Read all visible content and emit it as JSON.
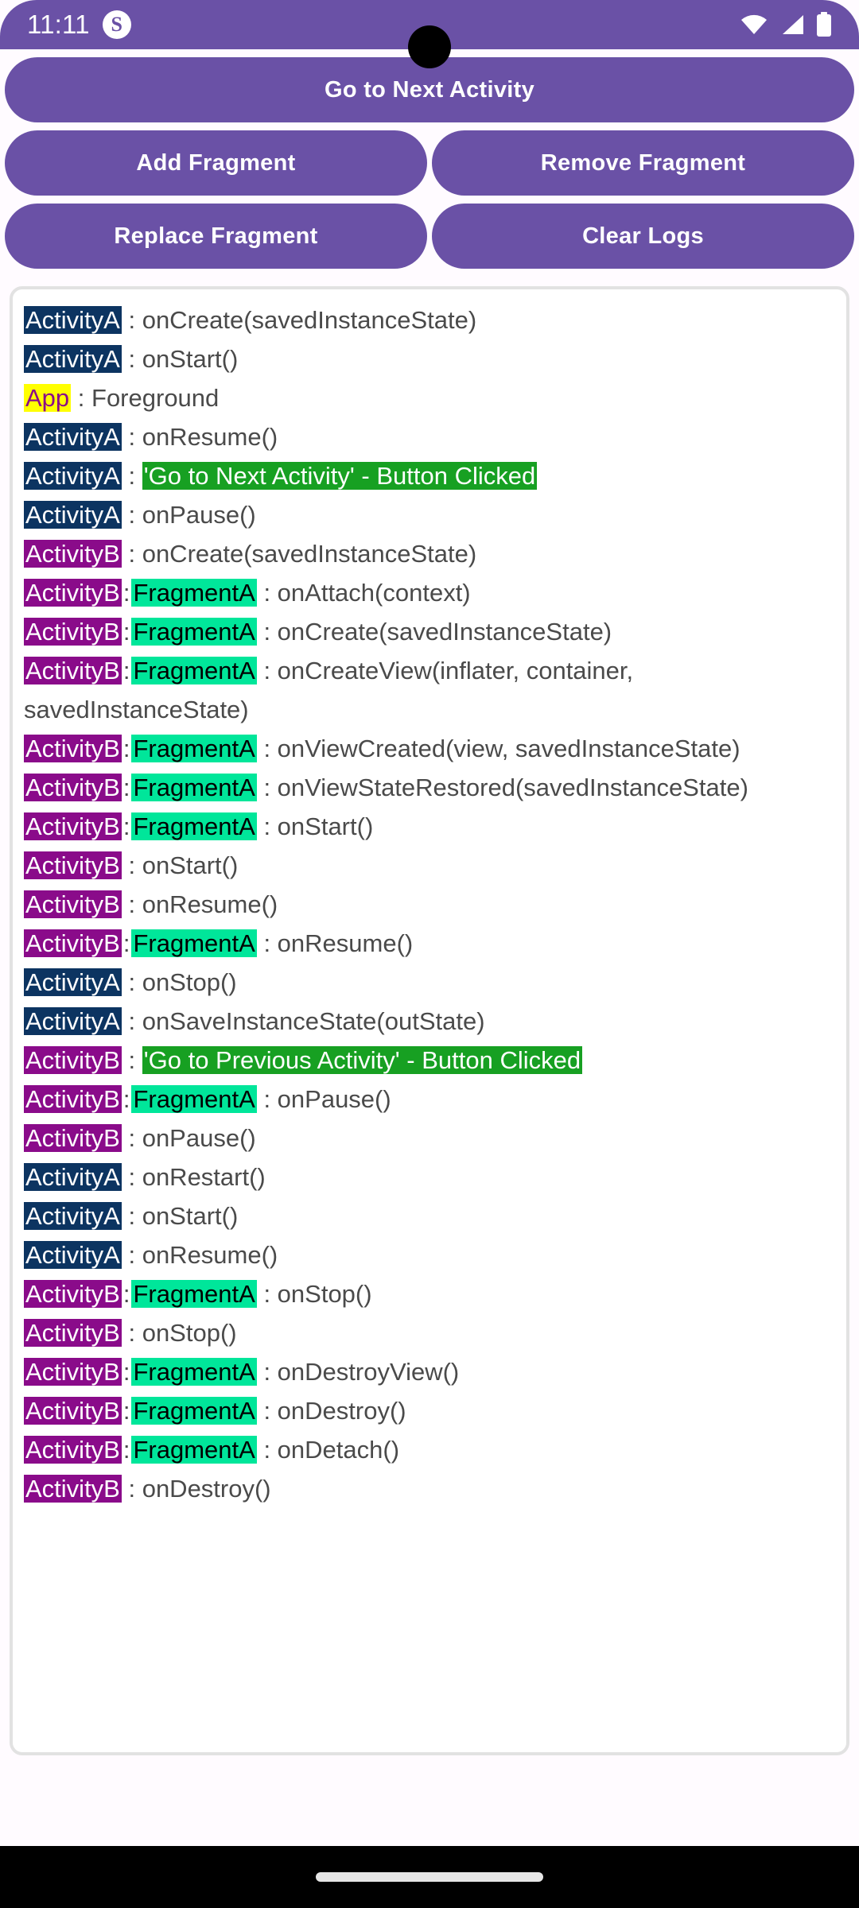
{
  "status_bar": {
    "clock": "11:11",
    "app_badge": "S",
    "icons": [
      "wifi-icon",
      "cellular-signal-icon",
      "battery-icon"
    ]
  },
  "colors": {
    "primary_purple": "#6A51A6",
    "activity_a_tag_bg": "#0C3461",
    "activity_b_tag_bg": "#8A0B8A",
    "app_tag_bg": "#FFFF00",
    "app_tag_fg": "#8A0B8A",
    "fragment_tag_bg": "#00E69A",
    "click_highlight_bg": "#17A022",
    "log_text": "#4A4A4A",
    "page_bg": "#FFFBFF",
    "nav_bar_bg": "#000000"
  },
  "buttons": {
    "primary": {
      "label": "Go to Next Activity"
    },
    "grid": [
      {
        "label": "Add Fragment"
      },
      {
        "label": "Remove Fragment"
      },
      {
        "label": "Replace Fragment"
      },
      {
        "label": "Clear Logs"
      }
    ]
  },
  "log": {
    "entries": [
      {
        "tags": [
          {
            "text": "ActivityA",
            "kind": "activity-a"
          }
        ],
        "message": " : onCreate(savedInstanceState)",
        "highlight": false
      },
      {
        "tags": [
          {
            "text": "ActivityA",
            "kind": "activity-a"
          }
        ],
        "message": " : onStart()",
        "highlight": false
      },
      {
        "tags": [
          {
            "text": "App",
            "kind": "app"
          }
        ],
        "message": " : Foreground",
        "highlight": false
      },
      {
        "tags": [
          {
            "text": "ActivityA",
            "kind": "activity-a"
          }
        ],
        "message": " : onResume()",
        "highlight": false
      },
      {
        "tags": [
          {
            "text": "ActivityA",
            "kind": "activity-a"
          }
        ],
        "prefix": " : ",
        "message": "'Go to Next Activity' - Button Clicked",
        "highlight": true
      },
      {
        "tags": [
          {
            "text": "ActivityA",
            "kind": "activity-a"
          }
        ],
        "message": " : onPause()",
        "highlight": false
      },
      {
        "tags": [
          {
            "text": "ActivityB",
            "kind": "activity-b"
          }
        ],
        "message": " : onCreate(savedInstanceState)",
        "highlight": false
      },
      {
        "tags": [
          {
            "text": "ActivityB",
            "kind": "activity-b"
          },
          {
            "text": ":",
            "kind": "plain"
          },
          {
            "text": "FragmentA",
            "kind": "fragment"
          }
        ],
        "message": " : onAttach(context)",
        "highlight": false
      },
      {
        "tags": [
          {
            "text": "ActivityB",
            "kind": "activity-b"
          },
          {
            "text": ":",
            "kind": "plain"
          },
          {
            "text": "FragmentA",
            "kind": "fragment"
          }
        ],
        "message": " : onCreate(savedInstanceState)",
        "highlight": false
      },
      {
        "tags": [
          {
            "text": "ActivityB",
            "kind": "activity-b"
          },
          {
            "text": ":",
            "kind": "plain"
          },
          {
            "text": "FragmentA",
            "kind": "fragment"
          }
        ],
        "message": " : onCreateView(inflater, container, savedInstanceState)",
        "highlight": false
      },
      {
        "tags": [
          {
            "text": "ActivityB",
            "kind": "activity-b"
          },
          {
            "text": ":",
            "kind": "plain"
          },
          {
            "text": "FragmentA",
            "kind": "fragment"
          }
        ],
        "message": " : onViewCreated(view, savedInstanceState)",
        "highlight": false
      },
      {
        "tags": [
          {
            "text": "ActivityB",
            "kind": "activity-b"
          },
          {
            "text": ":",
            "kind": "plain"
          },
          {
            "text": "FragmentA",
            "kind": "fragment"
          }
        ],
        "message": " : onViewStateRestored(savedInstanceState)",
        "highlight": false
      },
      {
        "tags": [
          {
            "text": "ActivityB",
            "kind": "activity-b"
          },
          {
            "text": ":",
            "kind": "plain"
          },
          {
            "text": "FragmentA",
            "kind": "fragment"
          }
        ],
        "message": " : onStart()",
        "highlight": false
      },
      {
        "tags": [
          {
            "text": "ActivityB",
            "kind": "activity-b"
          }
        ],
        "message": " : onStart()",
        "highlight": false
      },
      {
        "tags": [
          {
            "text": "ActivityB",
            "kind": "activity-b"
          }
        ],
        "message": " : onResume()",
        "highlight": false
      },
      {
        "tags": [
          {
            "text": "ActivityB",
            "kind": "activity-b"
          },
          {
            "text": ":",
            "kind": "plain"
          },
          {
            "text": "FragmentA",
            "kind": "fragment"
          }
        ],
        "message": " : onResume()",
        "highlight": false
      },
      {
        "tags": [
          {
            "text": "ActivityA",
            "kind": "activity-a"
          }
        ],
        "message": " : onStop()",
        "highlight": false
      },
      {
        "tags": [
          {
            "text": "ActivityA",
            "kind": "activity-a"
          }
        ],
        "message": " : onSaveInstanceState(outState)",
        "highlight": false
      },
      {
        "tags": [
          {
            "text": "ActivityB",
            "kind": "activity-b"
          }
        ],
        "prefix": " : ",
        "message": "'Go to Previous Activity' - Button Clicked",
        "highlight": true
      },
      {
        "tags": [
          {
            "text": "ActivityB",
            "kind": "activity-b"
          },
          {
            "text": ":",
            "kind": "plain"
          },
          {
            "text": "FragmentA",
            "kind": "fragment"
          }
        ],
        "message": " : onPause()",
        "highlight": false
      },
      {
        "tags": [
          {
            "text": "ActivityB",
            "kind": "activity-b"
          }
        ],
        "message": " : onPause()",
        "highlight": false
      },
      {
        "tags": [
          {
            "text": "ActivityA",
            "kind": "activity-a"
          }
        ],
        "message": " : onRestart()",
        "highlight": false
      },
      {
        "tags": [
          {
            "text": "ActivityA",
            "kind": "activity-a"
          }
        ],
        "message": " : onStart()",
        "highlight": false
      },
      {
        "tags": [
          {
            "text": "ActivityA",
            "kind": "activity-a"
          }
        ],
        "message": " : onResume()",
        "highlight": false
      },
      {
        "tags": [
          {
            "text": "ActivityB",
            "kind": "activity-b"
          },
          {
            "text": ":",
            "kind": "plain"
          },
          {
            "text": "FragmentA",
            "kind": "fragment"
          }
        ],
        "message": " : onStop()",
        "highlight": false
      },
      {
        "tags": [
          {
            "text": "ActivityB",
            "kind": "activity-b"
          }
        ],
        "message": " : onStop()",
        "highlight": false
      },
      {
        "tags": [
          {
            "text": "ActivityB",
            "kind": "activity-b"
          },
          {
            "text": ":",
            "kind": "plain"
          },
          {
            "text": "FragmentA",
            "kind": "fragment"
          }
        ],
        "message": " : onDestroyView()",
        "highlight": false
      },
      {
        "tags": [
          {
            "text": "ActivityB",
            "kind": "activity-b"
          },
          {
            "text": ":",
            "kind": "plain"
          },
          {
            "text": "FragmentA",
            "kind": "fragment"
          }
        ],
        "message": " : onDestroy()",
        "highlight": false
      },
      {
        "tags": [
          {
            "text": "ActivityB",
            "kind": "activity-b"
          },
          {
            "text": ":",
            "kind": "plain"
          },
          {
            "text": "FragmentA",
            "kind": "fragment"
          }
        ],
        "message": " : onDetach()",
        "highlight": false
      },
      {
        "tags": [
          {
            "text": "ActivityB",
            "kind": "activity-b"
          }
        ],
        "message": " : onDestroy()",
        "highlight": false
      }
    ]
  },
  "nav_bar": {
    "gesture_pill": "home-gesture-pill"
  }
}
